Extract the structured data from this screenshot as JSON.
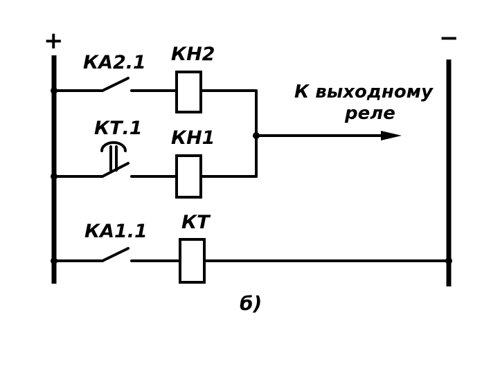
{
  "diagram": {
    "polarity": {
      "plus": "+",
      "minus": "−"
    },
    "contacts": {
      "ka2_1": "КА2.1",
      "kt_1": "КТ.1",
      "ka1_1": "КА1.1"
    },
    "coils": {
      "kh2": "КН2",
      "kh1": "КН1",
      "kt": "КТ"
    },
    "output": {
      "line1": "К выходному",
      "line2": "реле"
    },
    "caption": "б)"
  }
}
